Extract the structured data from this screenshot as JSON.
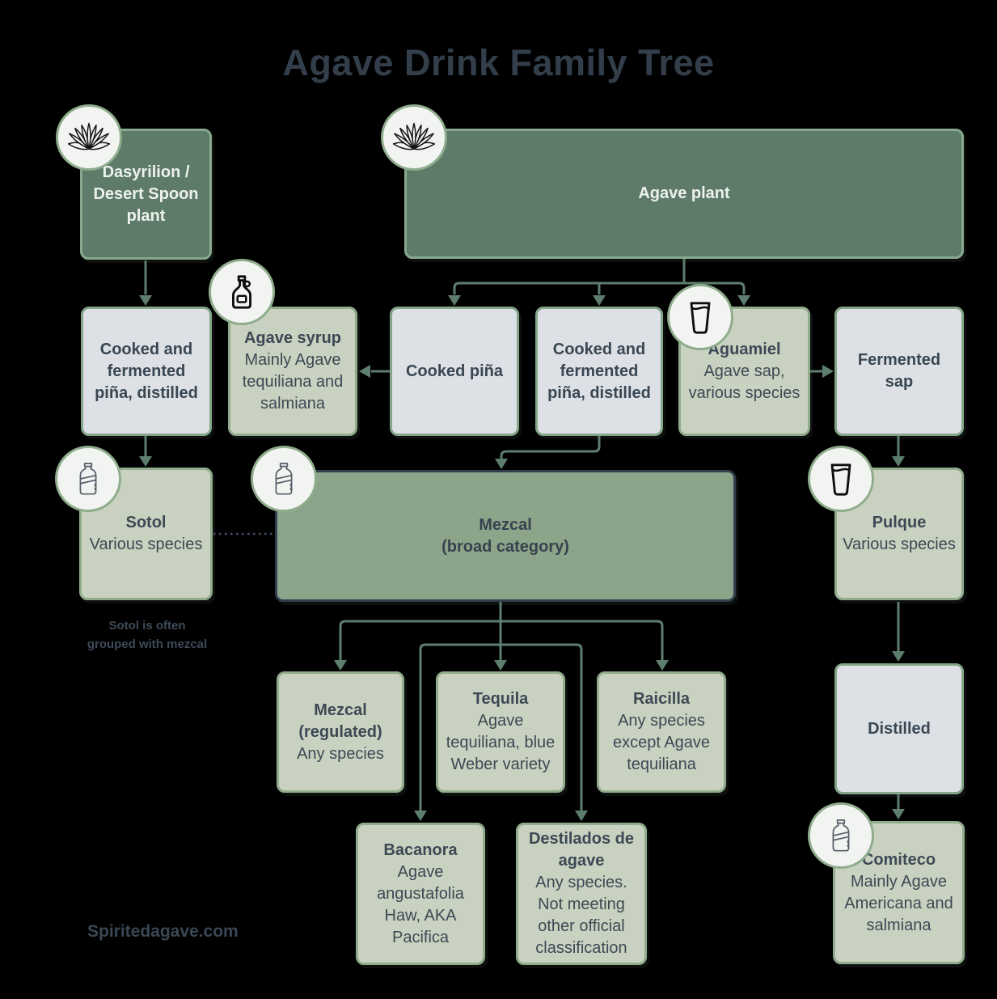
{
  "title": "Agave Drink Family Tree",
  "watermark": "Spiritedagave.com",
  "note": "Sotol is often grouped with mezcal",
  "colors": {
    "background": "#000000",
    "dark_box": "#5e7b6a",
    "gray_box": "#dde0e4",
    "sage_box": "#c9d2c0",
    "mezcal_box": "#8ca489",
    "mezcal_border": "#333f4e",
    "box_border_green": "#90ac8d",
    "connector": "#5d7e6e",
    "dotted_link": "#44506b",
    "title_text": "#333e4b",
    "box_text": "#3c4955",
    "light_text": "#eef2ee",
    "circle_fill": "#f2f4f2",
    "circle_border": "#8fac8c"
  },
  "icons": [
    "agave-flower-icon",
    "syrup-bottle-icon",
    "drink-glass-icon",
    "spirit-bottle-icon"
  ],
  "nodes": {
    "dasyrilion": {
      "title": "Dasyrilion / Desert Spoon plant"
    },
    "agave_plant": {
      "title": "Agave plant"
    },
    "cooked_fermented_left": {
      "title": "Cooked and fermented piña, distilled"
    },
    "agave_syrup": {
      "title": "Agave syrup",
      "subtitle": "Mainly Agave tequiliana and salmiana"
    },
    "cooked_pina": {
      "title": "Cooked piña"
    },
    "cooked_fermented_mid": {
      "title": "Cooked and fermented piña, distilled"
    },
    "aguamiel": {
      "title": "Aguamiel",
      "subtitle": "Agave sap, various species"
    },
    "fermented_sap": {
      "title": "Fermented sap"
    },
    "sotol": {
      "title": "Sotol",
      "subtitle": "Various species"
    },
    "mezcal": {
      "title": "Mezcal",
      "subtitle": "(broad category)"
    },
    "pulque": {
      "title": "Pulque",
      "subtitle": "Various species"
    },
    "mezcal_regulated": {
      "title": "Mezcal (regulated)",
      "subtitle": "Any species"
    },
    "tequila": {
      "title": "Tequila",
      "subtitle": "Agave tequiliana, blue Weber variety"
    },
    "raicilla": {
      "title": "Raicilla",
      "subtitle": "Any species except Agave tequiliana"
    },
    "distilled": {
      "title": "Distilled"
    },
    "bacanora": {
      "title": "Bacanora",
      "subtitle": "Agave angustafolia Haw, AKA Pacifica"
    },
    "destilados": {
      "title": "Destilados de agave",
      "subtitle": "Any species. Not meeting other official classification"
    },
    "comiteco": {
      "title": "Comiteco",
      "subtitle": "Mainly Agave Americana and salmiana"
    }
  }
}
